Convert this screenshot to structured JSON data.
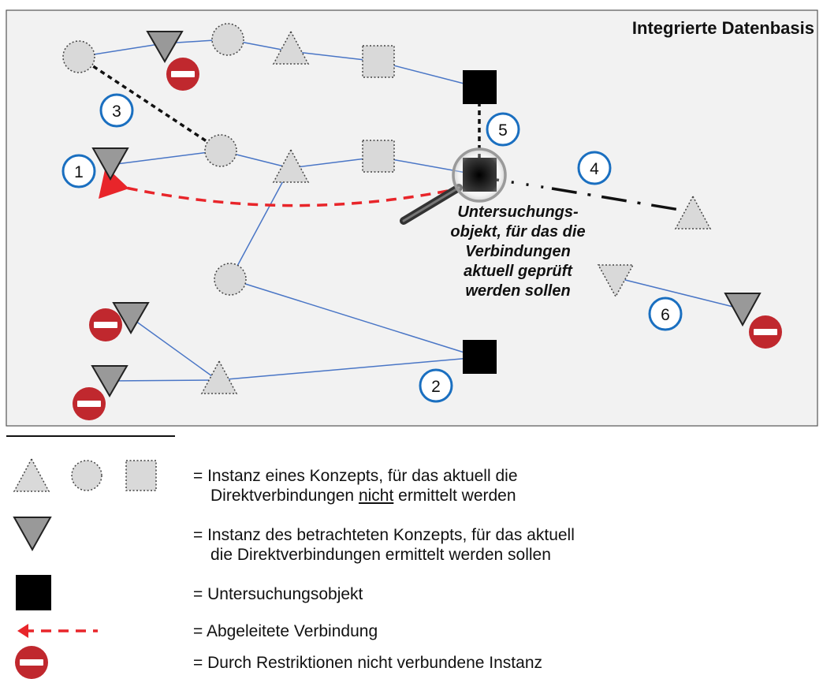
{
  "diagram": {
    "title": "Integrierte Datenbasis",
    "callout": [
      "Untersuchungs-",
      "objekt, für das die",
      "Verbindungen",
      "aktuell geprüft",
      "werden sollen"
    ],
    "markers": [
      "1",
      "2",
      "3",
      "4",
      "5",
      "6"
    ]
  },
  "legend": {
    "item1_prefix": "= Instanz eines Konzepts, für das aktuell die",
    "item1_line2_a": "Direktverbindungen ",
    "item1_line2_u": "nicht",
    "item1_line2_b": " ermittelt werden",
    "item2_line1": "= Instanz des betrachteten Konzepts, für das aktuell",
    "item2_line2": "die Direktverbindungen ermittelt werden sollen",
    "item3": "= Untersuchungsobjekt",
    "item4": "= Abgeleitete Verbindung",
    "item5": "= Durch Restriktionen nicht verbundene Instanz"
  },
  "colors": {
    "edge": "#4a76c6",
    "marker_ring": "#1a6fc0",
    "restriction": "#c0282e",
    "derived": "#e8252a",
    "panel": "#f2f2f2"
  }
}
